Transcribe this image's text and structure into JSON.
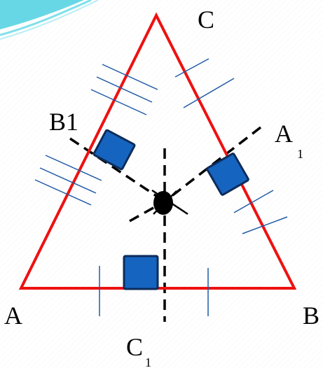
{
  "labels": {
    "vertex_c": "C",
    "vertex_a": "A",
    "vertex_b": "B",
    "foot_b1": "B1",
    "foot_a1": "A",
    "foot_a1_sub": "1",
    "foot_c1": "C",
    "foot_c1_sub": "1"
  },
  "colors": {
    "triangle": "#ee1111",
    "tick_marks": "#1f5aa6",
    "right_angle_fill": "#1565c0",
    "right_angle_stroke": "#0d2c5a",
    "dashed_lines": "#000000",
    "center_point": "#000000",
    "corner_decoration": "#4dd0e1"
  },
  "icons": {
    "right_angle_marker": "filled-square",
    "center": "filled-circle"
  }
}
